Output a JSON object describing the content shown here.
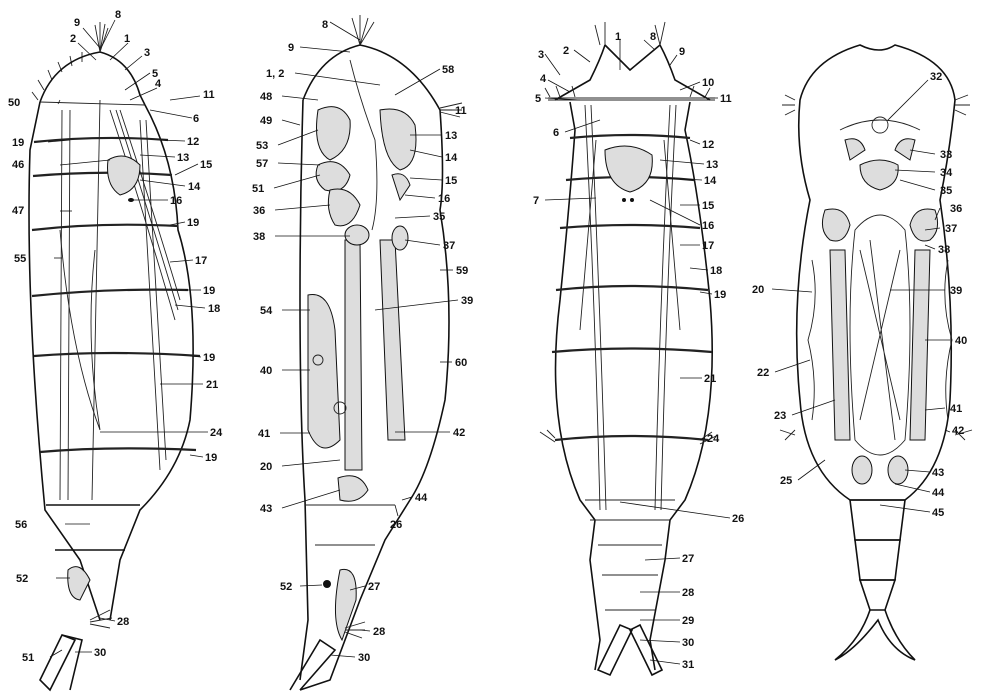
{
  "figure": {
    "views": [
      {
        "id": "view-1",
        "labels": [
          "9",
          "8",
          "2",
          "1",
          "3",
          "5",
          "4",
          "50",
          "11",
          "6",
          "19",
          "12",
          "46",
          "13",
          "15",
          "14",
          "16",
          "47",
          "19",
          "55",
          "17",
          "19",
          "18",
          "19",
          "21",
          "24",
          "19",
          "56",
          "52",
          "28",
          "51",
          "30"
        ]
      },
      {
        "id": "view-2",
        "labels": [
          "8",
          "9",
          "1, 2",
          "58",
          "48",
          "11",
          "49",
          "13",
          "53",
          "14",
          "57",
          "15",
          "51",
          "16",
          "36",
          "35",
          "38",
          "37",
          "59",
          "54",
          "39",
          "60",
          "40",
          "41",
          "42",
          "20",
          "43",
          "44",
          "26",
          "52",
          "27",
          "28",
          "30"
        ]
      },
      {
        "id": "view-3",
        "labels": [
          "3",
          "2",
          "1",
          "8",
          "9",
          "4",
          "10",
          "5",
          "11",
          "6",
          "12",
          "13",
          "14",
          "7",
          "15",
          "16",
          "17",
          "18",
          "19",
          "21",
          "24",
          "26",
          "27",
          "28",
          "29",
          "30",
          "31"
        ]
      },
      {
        "id": "view-4",
        "labels": [
          "32",
          "33",
          "34",
          "35",
          "36",
          "37",
          "38",
          "20",
          "39",
          "40",
          "22",
          "23",
          "41",
          "42",
          "25",
          "43",
          "44",
          "45"
        ]
      }
    ]
  }
}
